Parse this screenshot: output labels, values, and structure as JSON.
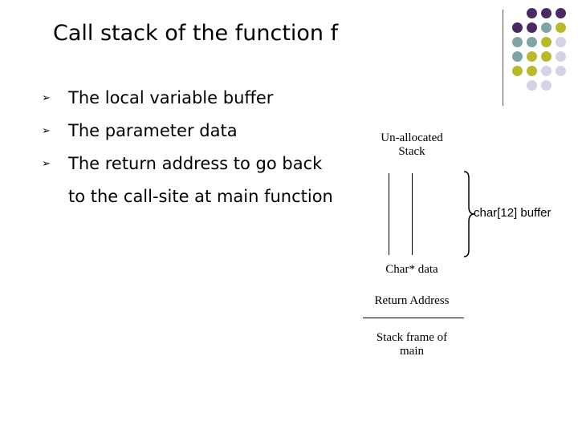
{
  "slide": {
    "title": "Call stack of the function f",
    "bullets": [
      {
        "marker": "➢",
        "text": "The local variable buffer"
      },
      {
        "marker": "➢",
        "text": "The parameter data"
      },
      {
        "marker": "➢",
        "text": "The return address to go back\nto the call-site at main function"
      }
    ]
  },
  "diagram": {
    "top_label": "Un-allocated\nStack",
    "param_label": "Char* data",
    "return_label": "Return Address",
    "main_label": "Stack frame of\nmain",
    "brace_label": "char[12] buffer"
  },
  "decoration": {
    "dot_colors": {
      "purple": "#4b2a63",
      "teal": "#7fa3a7",
      "olive": "#b8b92d",
      "lavender": "#d3d3e4"
    }
  }
}
